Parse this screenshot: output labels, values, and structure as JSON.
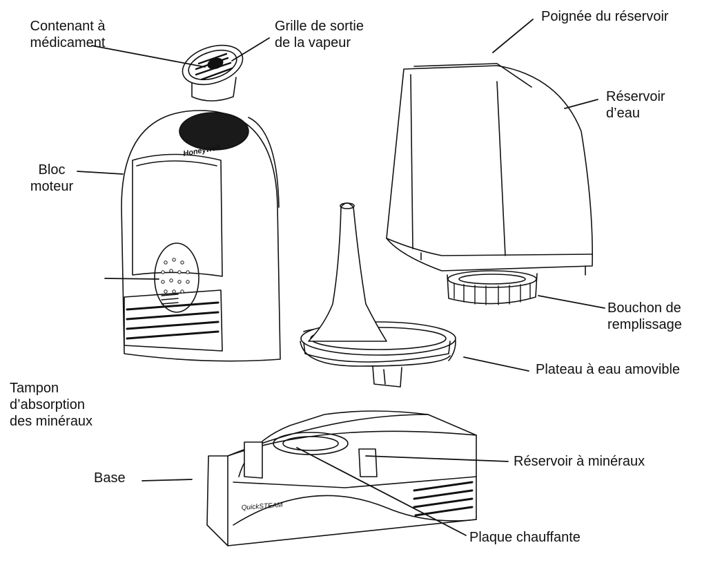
{
  "labels": {
    "medicine_cup": "Contenant à\nmédicament",
    "steam_outlet": "Grille de sortie\nde la vapeur",
    "tank_handle": "Poignée du réservoir",
    "water_tank": "Réservoir\nd’eau",
    "motor_block": "Bloc\nmoteur",
    "fill_cap": "Bouchon de\nremplissage",
    "water_tray": "Plateau à eau amovible",
    "mineral_pad": "Tampon\nd’absorption\ndes minéraux",
    "mineral_reservoir": "Réservoir à minéraux",
    "base": "Base",
    "heating_plate": "Plaque chauffante"
  },
  "brand_marks": {
    "logo": "Honeywell",
    "product_logo": "QuickSTEAM"
  },
  "colors": {
    "line": "#111111",
    "background": "#ffffff",
    "dark_fill": "#1a1a1a"
  }
}
